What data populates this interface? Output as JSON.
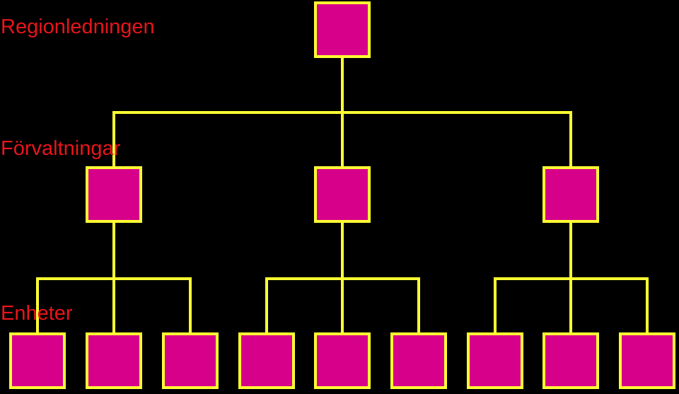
{
  "colors": {
    "background": "#000000",
    "node_fill": "#d6008a",
    "node_border": "#ffff33",
    "connector": "#ffff33",
    "label_text": "#e8151b"
  },
  "levels": [
    {
      "label": "Regionledningen",
      "node_count": 1
    },
    {
      "label": "Förvaltningar",
      "node_count": 3
    },
    {
      "label": "Enheter",
      "node_count": 9
    }
  ],
  "hierarchy": {
    "root_children": 3,
    "children_per_förvaltning": 3
  }
}
